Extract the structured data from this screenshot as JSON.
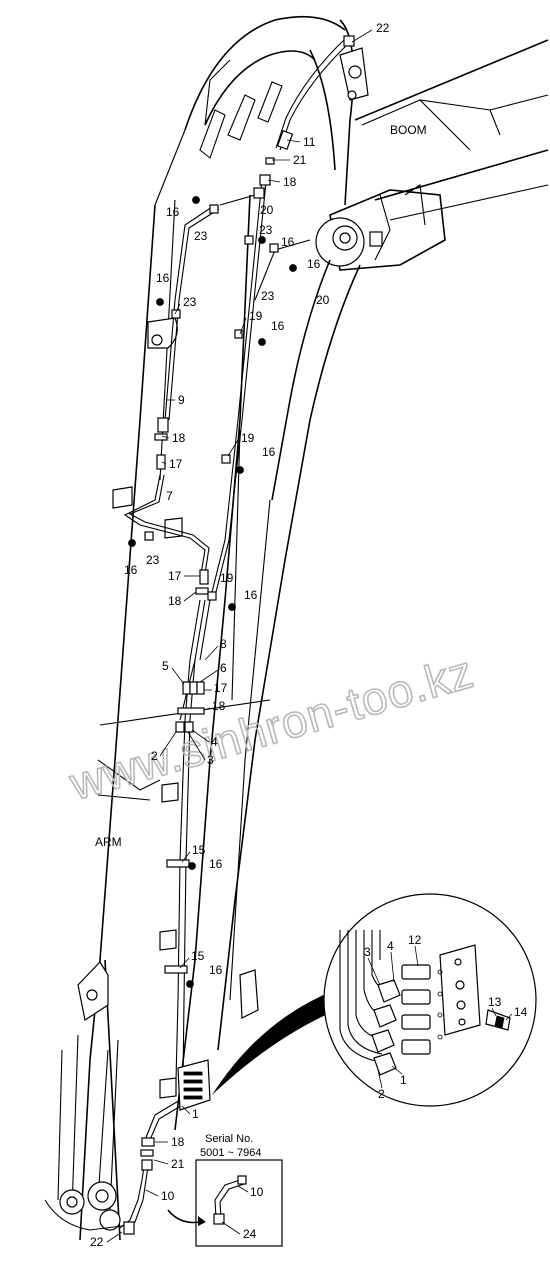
{
  "labels": {
    "boom": "BOOM",
    "arm": "ARM",
    "watermark": "www.sinhron-too.kz"
  },
  "serial_inset": {
    "title_line1": "Serial No.",
    "title_line2": "5001 ~ 7964"
  },
  "callouts": [
    "22",
    "11",
    "21",
    "18",
    "20",
    "16",
    "23",
    "23",
    "16",
    "16",
    "23",
    "16",
    "20",
    "23",
    "19",
    "16",
    "9",
    "18",
    "17",
    "19",
    "16",
    "7",
    "16",
    "23",
    "17",
    "19",
    "18",
    "16",
    "8",
    "5",
    "6",
    "17",
    "18",
    "4",
    "2",
    "3",
    "15",
    "16",
    "15",
    "16",
    "1",
    "18",
    "21",
    "10",
    "22",
    "3",
    "4",
    "12",
    "13",
    "14",
    "2",
    "1",
    "10",
    "24"
  ],
  "colors": {
    "line": "#000000",
    "background": "#ffffff",
    "watermark": "#b9b9b9"
  }
}
